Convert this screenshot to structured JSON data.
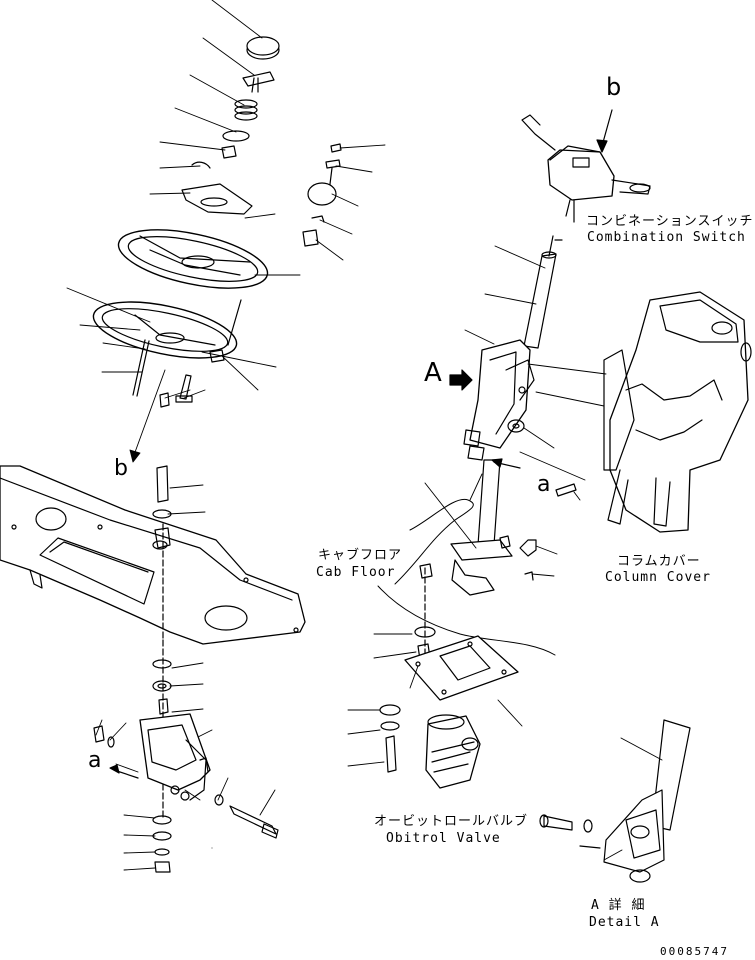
{
  "labels": {
    "combination_switch_jp": "コンビネーションスイッチ",
    "combination_switch_en": "Combination Switch",
    "column_cover_jp": "コラムカバー",
    "column_cover_en": "Column Cover",
    "cab_floor_jp": "キャブフロア",
    "cab_floor_en": "Cab Floor",
    "obitrol_valve_jp": "オービットロールバルブ",
    "obitrol_valve_en": "Obitrol Valve",
    "detail_a_jp": "A 詳 細",
    "detail_a_en": "Detail A"
  },
  "refs": {
    "b_top": "b",
    "b_left": "b",
    "a_center": "a",
    "a_left": "a",
    "A_arrow": "A"
  },
  "drawing_number": "00085747",
  "colors": {
    "line": "#000000",
    "background": "#ffffff"
  }
}
